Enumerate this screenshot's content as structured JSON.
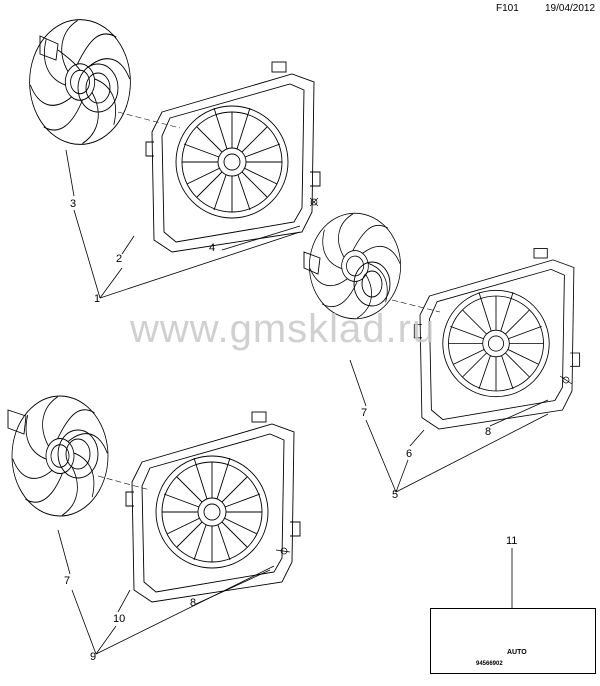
{
  "header": {
    "code": "F101",
    "date": "19/04/2012"
  },
  "watermark": "www.gmsklad.ru",
  "callouts": {
    "c1": "1",
    "c2": "2",
    "c3": "3",
    "c4": "4",
    "c5": "5",
    "c6": "6",
    "c7a": "7",
    "c8a": "8",
    "c7b": "7",
    "c8b": "8",
    "c9": "9",
    "c10": "10",
    "c11": "11"
  },
  "label": {
    "number": "94566902",
    "auto": "AUTO"
  },
  "colors": {
    "line": "#000000",
    "watermark": "#c8c8c8",
    "background": "#ffffff"
  }
}
